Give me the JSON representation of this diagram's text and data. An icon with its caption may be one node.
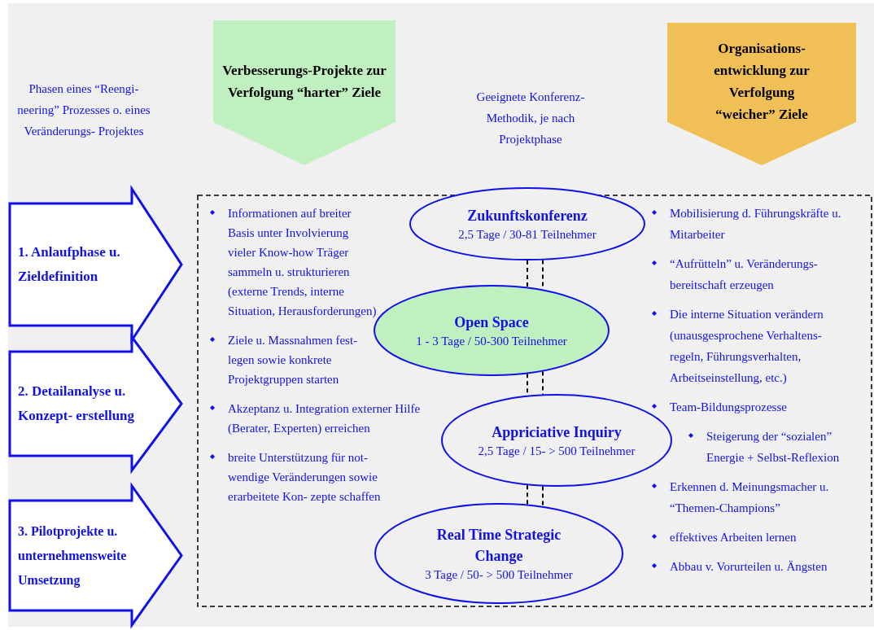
{
  "diagram": {
    "nodes": [
      {
        "text": [
          "Verbesserungs-Projekte zur Verfolgung “harter” Ziele"
        ]
      },
      {
        "text": [
          "Organisations- entwicklung zur Verfolgung “weicher” Ziele"
        ]
      },
      {
        "text": [
          "1. Anlaufphase u. Zieldefinition"
        ]
      },
      {
        "text": [
          "2. Detailanalyse u. Konzept- erstellung"
        ]
      },
      {
        "text": [
          "3. Pilotprojekte u. unternehmensweite Umsetzung"
        ]
      },
      {
        "text": [
          "Zukunftskonferenz",
          "2,5 Tage / 30-81 Teilnehmer"
        ]
      },
      {
        "text": [
          "Open Space",
          "1 - 3 Tage / 50-300 Teilnehmer"
        ]
      },
      {
        "text": [
          "Appriciative Inquiry",
          "2,5 Tage / 15- > 500 Teilnehmer"
        ]
      },
      {
        "text": [
          "Real Time Strategic Change",
          "3 Tage / 50- > 500 Teilnehmer"
        ]
      }
    ],
    "edges": [
      {
        "from": 5,
        "to": 6,
        "arrow": "none",
        "style": "dashed"
      },
      {
        "from": 5,
        "to": 6,
        "arrow": "none",
        "style": "dashed"
      },
      {
        "from": 6,
        "to": 7,
        "arrow": "none",
        "style": "dashed"
      },
      {
        "from": 6,
        "to": 7,
        "arrow": "none",
        "style": "dashed"
      },
      {
        "from": 7,
        "to": 8,
        "arrow": "none",
        "style": "dashed"
      },
      {
        "from": 7,
        "to": 8,
        "arrow": "none",
        "style": "dashed"
      }
    ],
    "labels": [
      "Phasen eines “Reengi- neering” Prozesses o. eines Veränderungs- Projektes",
      "Geeignete Konferenz- Methodik, je nach Projektphase",
      "Informationen auf breiter Basis unter Involvierung vieler Know-how Träger sammeln u. strukturieren (externe Trends, interne Situation, Herausforderungen)",
      "Ziele u. Massnahmen fest- legen sowie konkrete Projektgruppen starten",
      "Akzeptanz u. Integration externer Hilfe (Berater, Experten) erreichen",
      "breite Unterstützung für not- wendige Veränderungen sowie erarbeitete Kon- zepte schaffen",
      "Mobilisierung d. Führungskräfte u. Mitarbeiter",
      "“Aufrütteln” u. Veränderungs- bereitschaft erzeugen",
      "Die interne Situation verändern (unausgesprochene Verhaltens- regeln, Führungsverhalten, Arbeitseinstellung, etc.)",
      "Team-Bildungsprozesse",
      "Steigerung der “sozialen” Energie + Selbst-Reflexion",
      "Erkennen d. Meinungsmacher u. “Themen-Champions”",
      "effektives Arbeiten lernen",
      "Abbau v. Vorurteilen u. Ängsten"
    ]
  }
}
